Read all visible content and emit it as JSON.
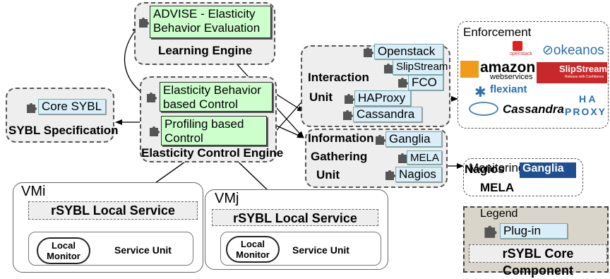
{
  "learning": {
    "advise": "ADVISE - Elasticity Behavior Evaluation",
    "title": "Learning Engine"
  },
  "control": {
    "ebc": "Elasticity Behavior based Control",
    "profiling": "Profiling based Control",
    "title": "Elasticity Control Engine"
  },
  "sybl": {
    "core": "Core SYBL",
    "title": "SYBL Specification"
  },
  "interaction": {
    "title_line1": "Interaction",
    "title_line2": "Unit",
    "items": [
      "Openstack",
      "SlipStream",
      "FCO",
      "HAProxy",
      "Cassandra"
    ]
  },
  "information": {
    "title_line1": "Information",
    "title_line2": "Gathering",
    "title_line3": "Unit",
    "items": [
      "Ganglia",
      "MELA",
      "Nagios"
    ]
  },
  "enforcement": {
    "title": "Enforcement",
    "logos": {
      "openstack": "openstack",
      "okeanos": "okeanos",
      "amazon": "amazon",
      "aws": "webservices",
      "flexiant": "flexiant",
      "slipstream": "SlipStream",
      "slipstream_tag": "Release with Confidence",
      "cassandra": "Cassandra",
      "haproxy_top": "H A",
      "haproxy_bottom": "PROXY"
    }
  },
  "monitoring": {
    "title": "Monitoring",
    "nagios": "Nagios",
    "ganglia": "Ganglia",
    "mela": "MELA"
  },
  "legend": {
    "title": "Legend",
    "plugin": "Plug-in",
    "core": "rSYBL Core Component"
  },
  "vmi": {
    "title": "VMi",
    "local_service": "rSYBL Local Service",
    "monitor": "Local Monitor",
    "service_unit": "Service Unit"
  },
  "vmj": {
    "title": "VMj",
    "local_service": "rSYBL Local Service",
    "monitor": "Local Monitor",
    "service_unit": "Service Unit"
  },
  "colors": {
    "green_box": "#ccffcc",
    "blue_box": "#d9eef8",
    "core_fill": "#eeeeee",
    "legend_fill": "#d9d5ca"
  }
}
